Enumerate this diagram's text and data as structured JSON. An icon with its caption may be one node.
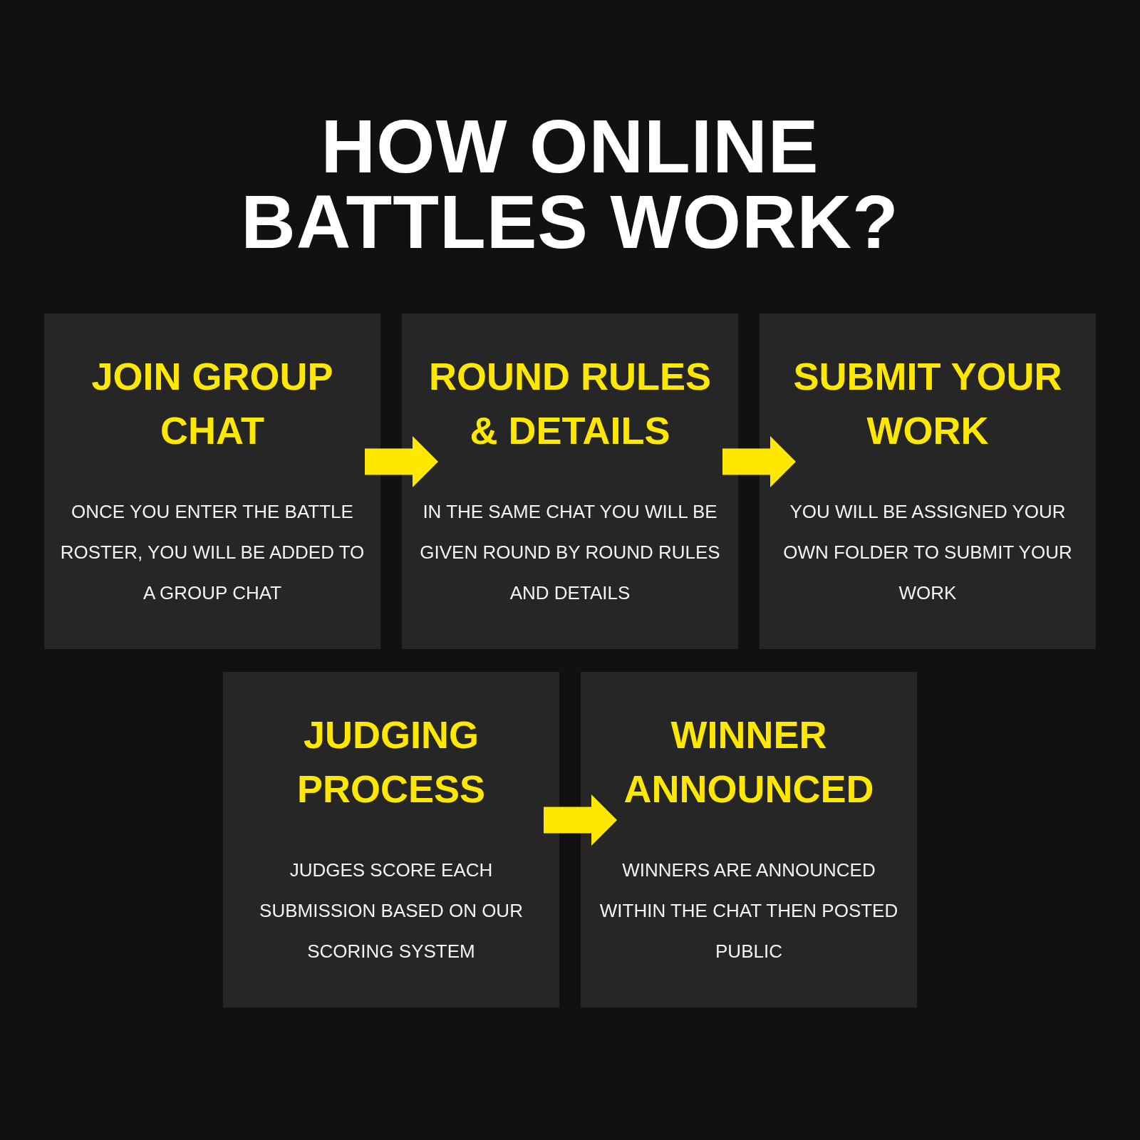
{
  "diagram": {
    "title": "HOW ONLINE BATTLES WORK?",
    "nodes": [
      {
        "text": [
          "JOIN GROUP CHAT",
          "ONCE YOU ENTER THE BATTLE ROSTER, YOU WILL BE ADDED TO A GROUP CHAT"
        ]
      },
      {
        "text": [
          "ROUND RULES & DETAILS",
          "IN THE SAME CHAT YOU WILL BE GIVEN ROUND BY ROUND RULES AND DETAILS"
        ]
      },
      {
        "text": [
          "SUBMIT YOUR WORK",
          "YOU WILL BE ASSIGNED YOUR OWN FOLDER TO SUBMIT YOUR WORK"
        ]
      },
      {
        "text": [
          "JUDGING PROCESS",
          "JUDGES SCORE EACH SUBMISSION BASED ON OUR SCORING SYSTEM"
        ]
      },
      {
        "text": [
          "WINNER ANNOUNCED",
          "WINNERS ARE ANNOUNCED WITHIN THE CHAT THEN POSTED PUBLIC"
        ]
      }
    ],
    "edges": [
      {
        "from": 0,
        "to": 1,
        "arrow": "to"
      },
      {
        "from": 1,
        "to": 2,
        "arrow": "to"
      },
      {
        "from": 3,
        "to": 4,
        "arrow": "to"
      }
    ]
  }
}
